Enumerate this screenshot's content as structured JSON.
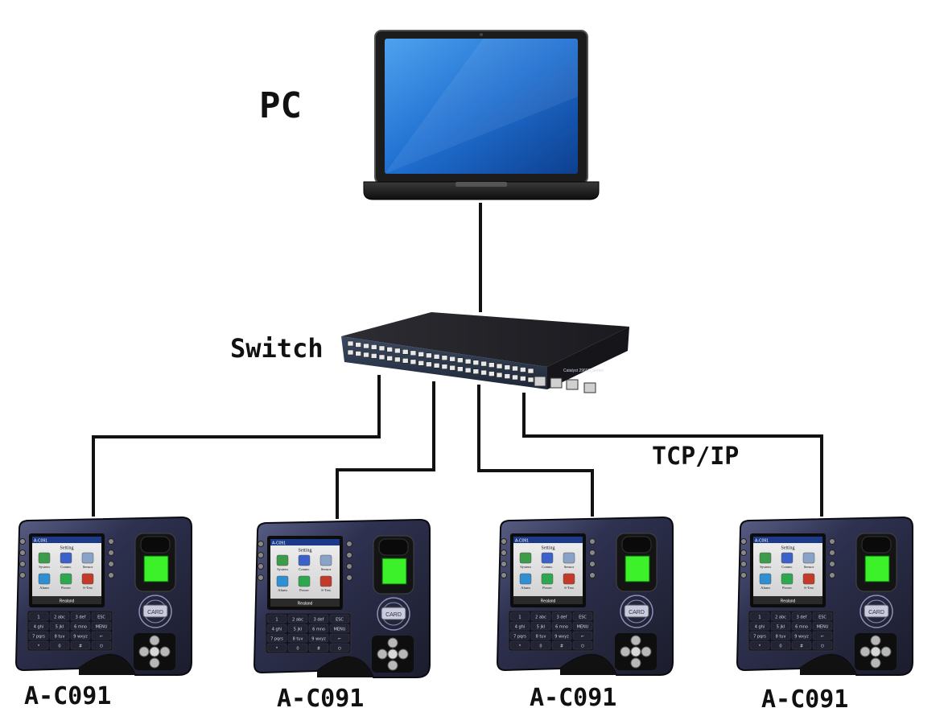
{
  "labels": {
    "pc": "PC",
    "switch": "Switch",
    "protocol": "TCP/IP",
    "device_model": "A-C091"
  },
  "switch_panel": {
    "model_text": "Catalyst 2960G Series"
  },
  "terminal": {
    "screen_model": "A-C091",
    "screen_title": "Setting",
    "menu": [
      "System",
      "Comm.",
      "Sensor",
      "Alarm",
      "Power",
      "S-Test"
    ],
    "brand": "Realand",
    "card_label": "CARD",
    "keys": [
      [
        "1",
        "2 abc",
        "3 def",
        "ESC"
      ],
      [
        "4 ghi",
        "5 jkl",
        "6 mno",
        "MENU"
      ],
      [
        "7 pqrs",
        "8 tuv",
        "9 wxyz",
        "←"
      ],
      [
        "*",
        "0",
        "#",
        "⏻"
      ]
    ]
  },
  "devices": [
    {
      "label": "A-C091"
    },
    {
      "label": "A-C091"
    },
    {
      "label": "A-C091"
    },
    {
      "label": "A-C091"
    }
  ],
  "colors": {
    "wire": "#111111",
    "screen_blue": "#1f6fd1",
    "sensor_green": "#3cf02a",
    "device_body": "#2a2b3d"
  }
}
